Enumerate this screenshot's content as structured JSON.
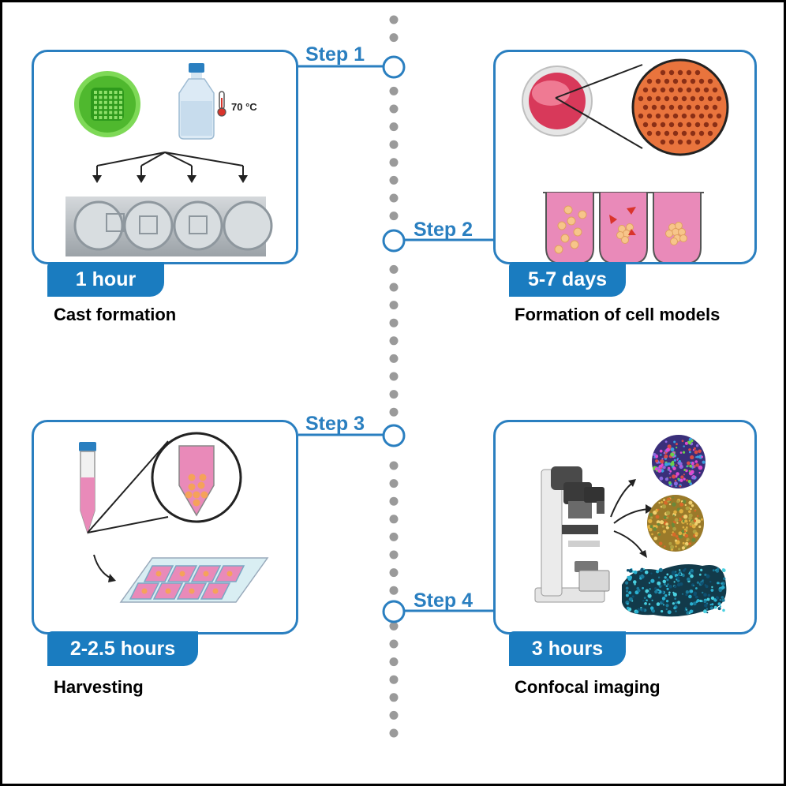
{
  "steps": [
    {
      "label": "Step 1",
      "duration": "1 hour",
      "caption": "Cast formation"
    },
    {
      "label": "Step 2",
      "duration": "5-7 days",
      "caption": "Formation of cell models"
    },
    {
      "label": "Step 3",
      "duration": "2-2.5 hours",
      "caption": "Harvesting"
    },
    {
      "label": "Step 4",
      "duration": "3 hours",
      "caption": "Confocal imaging"
    }
  ],
  "temperature_label": "70 °C",
  "colors": {
    "accent": "#1a7cc0",
    "outline": "#2a7fc0",
    "timeline_dots": "#9a9a9a",
    "medium_pink": "#e87bb0",
    "cell_orange": "#f5a25a",
    "mold_green": "#5cc23a"
  }
}
